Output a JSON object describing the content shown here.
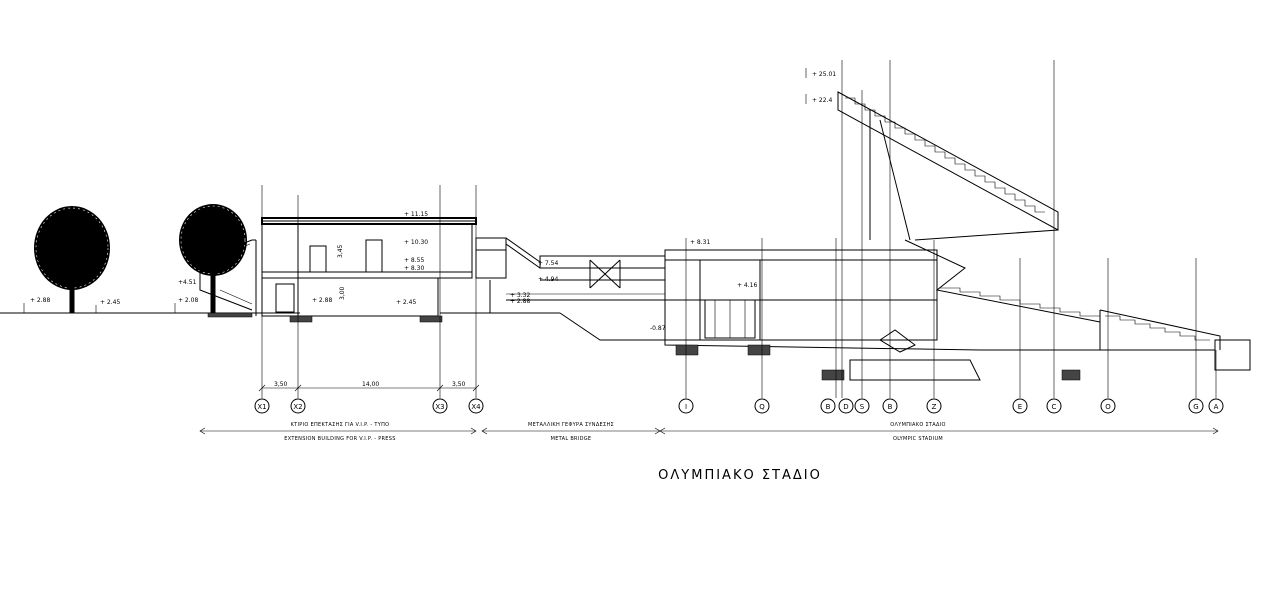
{
  "drawing": {
    "title": "ΟΛΥΜΠΙΑΚΟ ΣΤΑΔΙΟ",
    "zones": [
      {
        "label_gr": "ΚΤΙΡΙΟ ΕΠΕΚΤΑΣΗΣ ΓΙΑ V.I.P. - ΤΥΠΟ",
        "label_en": "EXTENSION BUILDING FOR V.I.P. - PRESS"
      },
      {
        "label_gr": "ΜΕΤΑΛΛΙΚΗ ΓΕΦΥΡΑ ΣΥΝΔΕΣΗΣ",
        "label_en": "METAL BRIDGE"
      },
      {
        "label_gr": "ΟΛΥΜΠΙΑΚΟ ΣΤΑΔΙΟ",
        "label_en": "OLYMPIC STADIUM"
      }
    ],
    "grid_labels": [
      "X1",
      "X2",
      "X3",
      "X4",
      "I",
      "Q",
      "B",
      "D",
      "S",
      "B",
      "Z",
      "E",
      "C",
      "O",
      "G",
      "A"
    ],
    "dimensions": [
      "3,50",
      "14,00",
      "3,50"
    ],
    "levels": [
      "+ 2.88",
      "+ 2.45",
      "+ 2.08",
      "+4.51",
      "+ 11.15",
      "+ 10.30",
      "3,45",
      "+ 8.55",
      "+ 8.30",
      "3,00",
      "+ 2.88",
      "+ 2.45",
      "+ 7.54",
      "+ 4.94",
      "+ 3.32",
      "+ 2.88",
      "+ 8.31",
      "+ 4.16",
      "-0.87",
      "+ 25.01",
      "+ 22.4"
    ]
  }
}
